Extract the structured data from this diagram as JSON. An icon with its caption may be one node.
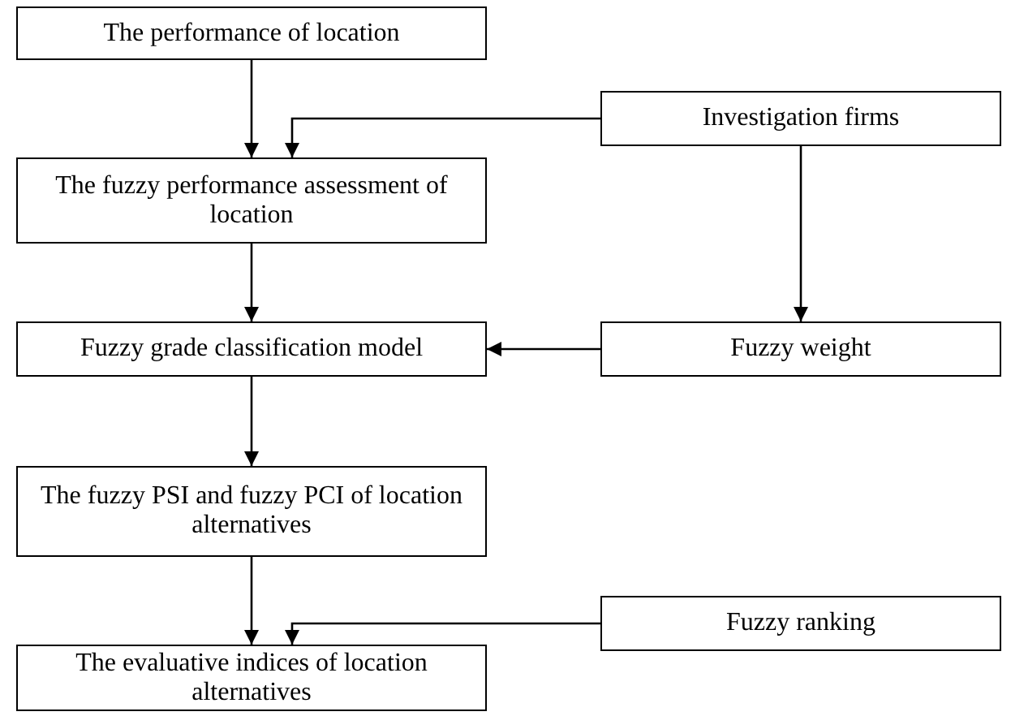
{
  "diagram": {
    "nodes": [
      {
        "text": [
          "The performance of location"
        ]
      },
      {
        "text": [
          "Investigation firms"
        ]
      },
      {
        "text": [
          "The fuzzy performance assessment of location"
        ]
      },
      {
        "text": [
          "Fuzzy grade classification model"
        ]
      },
      {
        "text": [
          "Fuzzy weight"
        ]
      },
      {
        "text": [
          "The fuzzy PSI and fuzzy PCI of location alternatives"
        ]
      },
      {
        "text": [
          "Fuzzy ranking"
        ]
      },
      {
        "text": [
          "The evaluative indices of location alternatives"
        ]
      }
    ],
    "edges": [
      {
        "from": 0,
        "to": 2,
        "arrow": "to"
      },
      {
        "from": 1,
        "to": 2,
        "arrow": "to"
      },
      {
        "from": 1,
        "to": 4,
        "arrow": "to"
      },
      {
        "from": 2,
        "to": 3,
        "arrow": "to"
      },
      {
        "from": 4,
        "to": 3,
        "arrow": "to"
      },
      {
        "from": 3,
        "to": 5,
        "arrow": "to"
      },
      {
        "from": 5,
        "to": 7,
        "arrow": "to"
      },
      {
        "from": 6,
        "to": 7,
        "arrow": "to"
      }
    ]
  }
}
